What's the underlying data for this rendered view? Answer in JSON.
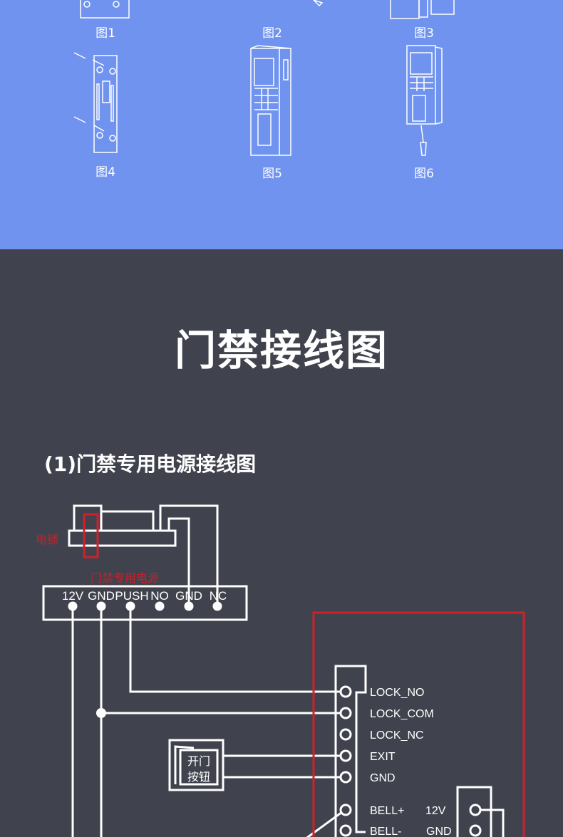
{
  "install_figures": {
    "labels": [
      "图1",
      "图2",
      "图3",
      "图4",
      "图5",
      "图6"
    ]
  },
  "section": {
    "title": "门禁接线图",
    "subtitle": "(1)门禁专用电源接线图"
  },
  "diagram": {
    "lock_label": "电锁",
    "power_label": "门禁专用电源",
    "power_terminals": [
      "12V",
      "GND",
      "PUSH",
      "NO",
      "GND",
      "NC"
    ],
    "controller_terminals": [
      "LOCK_NO",
      "LOCK_COM",
      "LOCK_NC",
      "EXIT",
      "GND",
      "BELL+",
      "BELL-"
    ],
    "bell_terminals": [
      "12V",
      "GND"
    ],
    "exit_button_line1": "开门",
    "exit_button_line2": "按钮",
    "colors": {
      "accent_red": "#d0202a",
      "top_bg": "#7093ef",
      "bottom_bg": "#40434d"
    }
  }
}
